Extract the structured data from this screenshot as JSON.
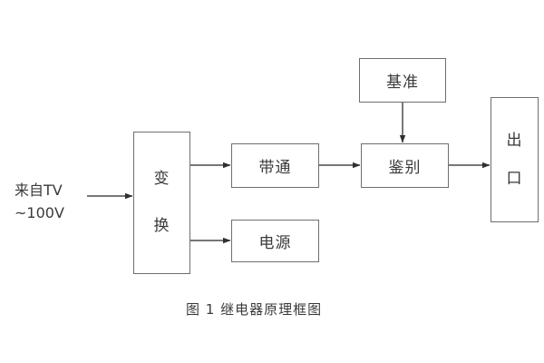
{
  "figure": {
    "caption": "图 1  继电器原理框图",
    "background_color": "#ffffff",
    "line_color": "#6e6e6e",
    "text_color": "#3a3a3a"
  },
  "input": {
    "line1": "来自TV",
    "line2": "~100V"
  },
  "blocks": {
    "transform": {
      "char1": "变",
      "char2": "换"
    },
    "bandpass": {
      "label": "带通"
    },
    "power": {
      "label": "电源"
    },
    "reference": {
      "label": "基准"
    },
    "discriminate": {
      "label": "鉴别"
    },
    "output": {
      "char1": "出",
      "char2": "口"
    }
  },
  "connections": [
    {
      "name": "input-to-transform",
      "from": "来自TV ~100V",
      "to": "变换"
    },
    {
      "name": "transform-to-bandpass",
      "from": "变换",
      "to": "带通"
    },
    {
      "name": "transform-to-power",
      "from": "变换",
      "to": "电源"
    },
    {
      "name": "bandpass-to-discriminate",
      "from": "带通",
      "to": "鉴别"
    },
    {
      "name": "reference-to-discriminate",
      "from": "基准",
      "to": "鉴别"
    },
    {
      "name": "discriminate-to-output",
      "from": "鉴别",
      "to": "出口"
    }
  ]
}
